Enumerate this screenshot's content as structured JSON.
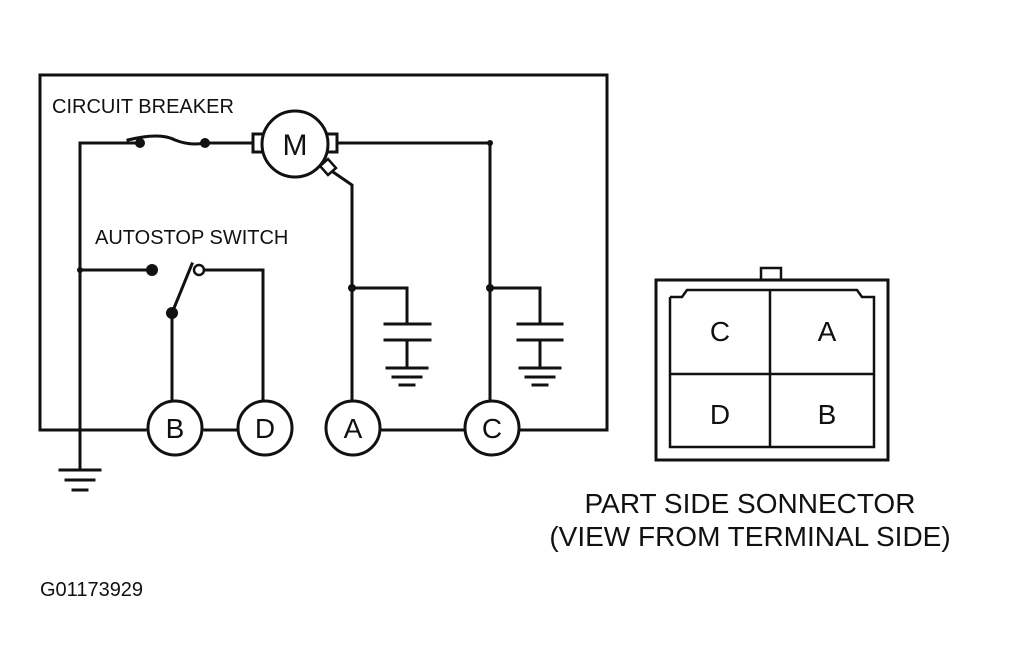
{
  "labels": {
    "circuit_breaker": "CIRCUIT BREAKER",
    "autostop_switch": "AUTOSTOP SWITCH",
    "motor": "M",
    "connector_title_1": "PART SIDE SONNECTOR",
    "connector_title_2": "(VIEW FROM TERMINAL SIDE)",
    "figure_id": "G01173929"
  },
  "terminals": [
    "B",
    "D",
    "A",
    "C"
  ],
  "connector_pins": {
    "top_left": "C",
    "top_right": "A",
    "bottom_left": "D",
    "bottom_right": "B"
  },
  "colors": {
    "ink": "#111111",
    "background": "#ffffff"
  }
}
